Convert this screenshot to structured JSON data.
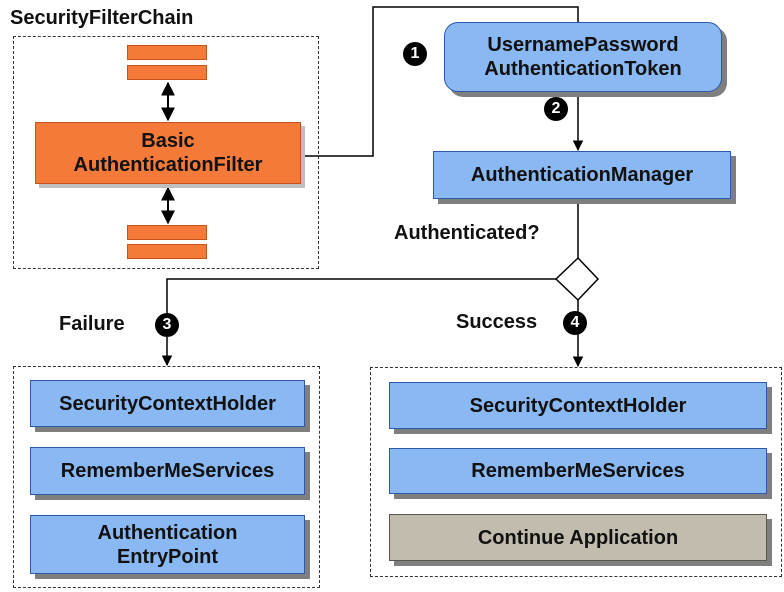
{
  "chain": {
    "title": "SecurityFilterChain",
    "filter_label": "Basic\nAuthenticationFilter"
  },
  "token": {
    "label": "UsernamePassword\nAuthenticationToken"
  },
  "manager": {
    "label": "AuthenticationManager"
  },
  "decision": {
    "label": "Authenticated?"
  },
  "failure": {
    "label": "Failure",
    "items": [
      "SecurityContextHolder",
      "RememberMeServices",
      "Authentication\nEntryPoint"
    ]
  },
  "success": {
    "label": "Success",
    "items": [
      "SecurityContextHolder",
      "RememberMeServices",
      "Continue Application"
    ]
  },
  "steps": [
    "1",
    "2",
    "3",
    "4"
  ],
  "colors": {
    "filter": "#f47a3a",
    "component": "#8ab8f2",
    "continue": "#c2bcae",
    "badge": "#000000"
  }
}
